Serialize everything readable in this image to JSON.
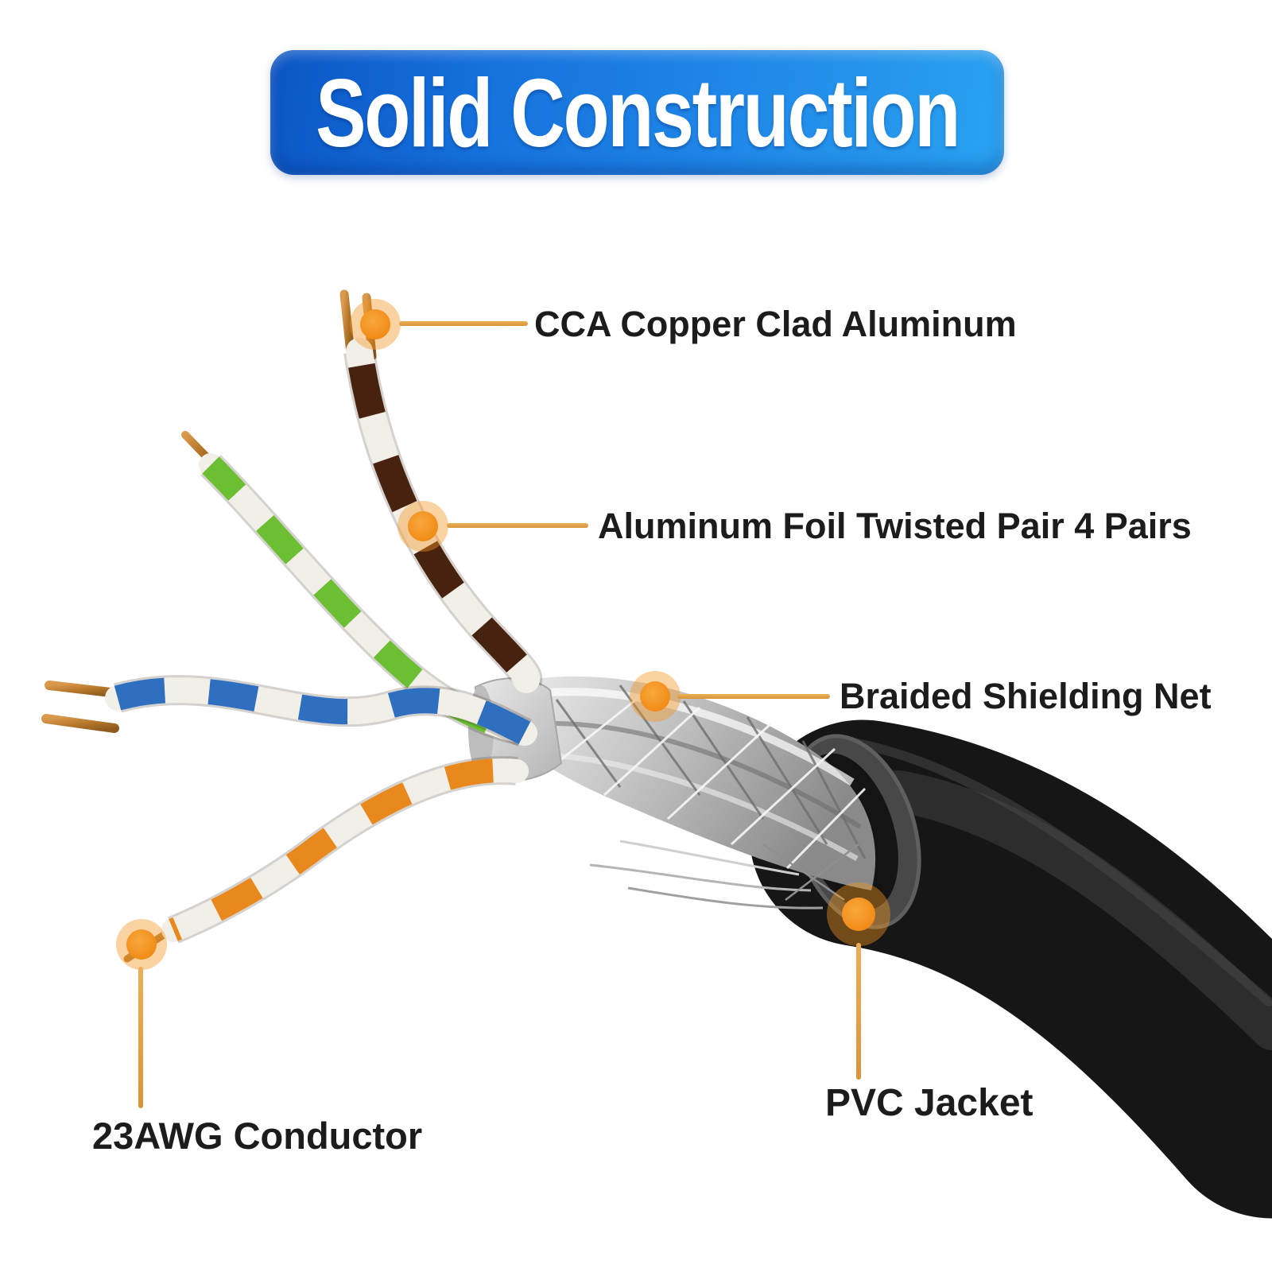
{
  "banner": {
    "title": "Solid Construction",
    "background_start": "#0b55c4",
    "background_end": "#2aa2f0",
    "text_color": "#ffffff"
  },
  "callouts": {
    "cca": {
      "label": "CCA Copper Clad Aluminum"
    },
    "foil": {
      "label": "Aluminum Foil Twisted Pair 4 Pairs"
    },
    "braid": {
      "label": "Braided Shielding Net"
    },
    "jacket": {
      "label": "PVC Jacket"
    },
    "conductor": {
      "label": "23AWG Conductor"
    }
  },
  "accent": {
    "dot_color": "#F28C1B",
    "line_color": "#DD9B3F",
    "label_color": "#1c1c1c"
  },
  "cable_colors": {
    "jacket": "#161616",
    "shield": "#c2c2c2",
    "foil": "#dcdcdc",
    "copper": "#b5762a",
    "pair_brown": "#47220f",
    "pair_green": "#6cbf33",
    "pair_blue": "#2e6fc0",
    "pair_orange": "#e9891d",
    "pair_white": "#f2efe9"
  }
}
